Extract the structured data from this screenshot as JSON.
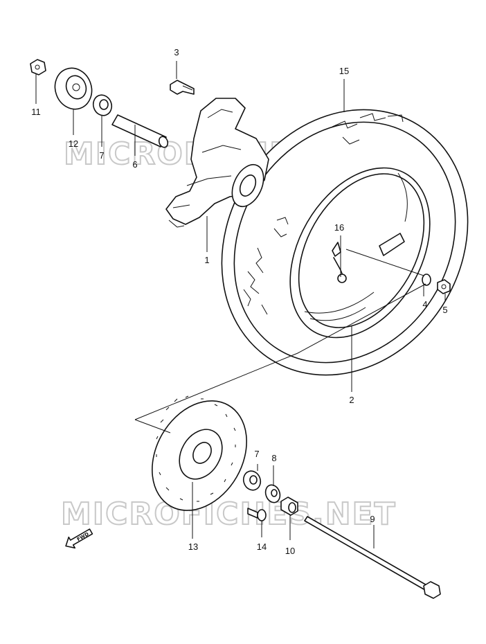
{
  "watermark": "MICROFICHES.NET",
  "fwd_label": "FWD",
  "parts": [
    {
      "ref": "1",
      "name": "hub"
    },
    {
      "ref": "2",
      "name": "rim"
    },
    {
      "ref": "3",
      "name": "bolt"
    },
    {
      "ref": "4",
      "name": "washer"
    },
    {
      "ref": "5",
      "name": "nut"
    },
    {
      "ref": "6",
      "name": "spacer"
    },
    {
      "ref": "7",
      "name": "bearing"
    },
    {
      "ref": "8",
      "name": "oil-seal"
    },
    {
      "ref": "9",
      "name": "axle"
    },
    {
      "ref": "10",
      "name": "collar"
    },
    {
      "ref": "11",
      "name": "nut"
    },
    {
      "ref": "12",
      "name": "drum"
    },
    {
      "ref": "13",
      "name": "brake-disc"
    },
    {
      "ref": "14",
      "name": "disc-bolt"
    },
    {
      "ref": "15",
      "name": "tire"
    },
    {
      "ref": "16",
      "name": "valve"
    }
  ],
  "labels": {
    "l1": "1",
    "l2": "2",
    "l3": "3",
    "l4": "4",
    "l5": "5",
    "l6": "6",
    "l7a": "7",
    "l7b": "7",
    "l8": "8",
    "l9": "9",
    "l10": "10",
    "l11": "11",
    "l12": "12",
    "l13": "13",
    "l14": "14",
    "l15": "15",
    "l16": "16"
  }
}
